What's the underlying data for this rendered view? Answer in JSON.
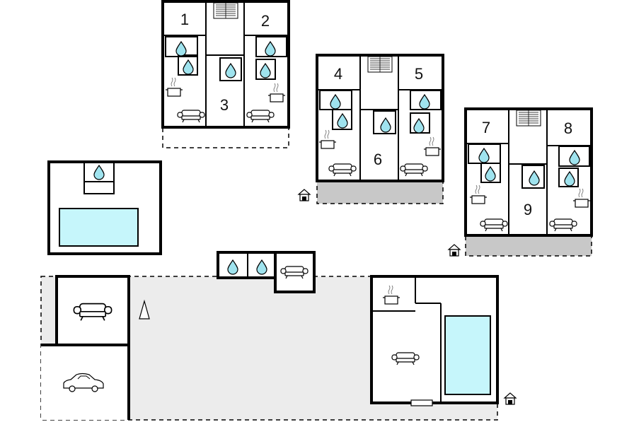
{
  "room_labels": [
    "1",
    "2",
    "3",
    "4",
    "5",
    "6",
    "7",
    "8",
    "9"
  ],
  "colors": {
    "wall": "#000000",
    "water": "#9fe3ee",
    "pool": "#c6f6fb",
    "terrace": "#c8c8c8",
    "courtyard": "#ececec"
  },
  "icons": [
    "sofa-icon",
    "bathroom-drop-icon",
    "kitchen-pot-icon",
    "stairs-icon",
    "car-icon",
    "house-entrance-icon",
    "tree-icon",
    "pool"
  ]
}
